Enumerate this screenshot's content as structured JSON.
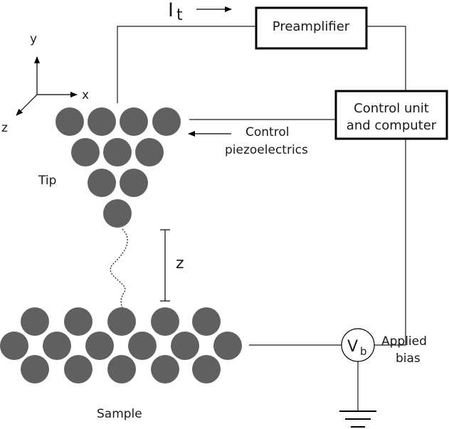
{
  "current_label": "I",
  "current_subscript": "t",
  "preamplifier_label": "Preamplifier",
  "control_unit": {
    "line1": "Control unit",
    "line2": "and computer"
  },
  "piezo_label": {
    "line1": "Control",
    "line2": "piezoelectrics"
  },
  "axes": {
    "x": "x",
    "y": "y",
    "z": "z"
  },
  "tip_label": "Tip",
  "gap_label": "z",
  "sample_label": "Sample",
  "bias": {
    "symbol": "V",
    "subscript": "b",
    "line1": "Applied",
    "line2": "bias"
  }
}
